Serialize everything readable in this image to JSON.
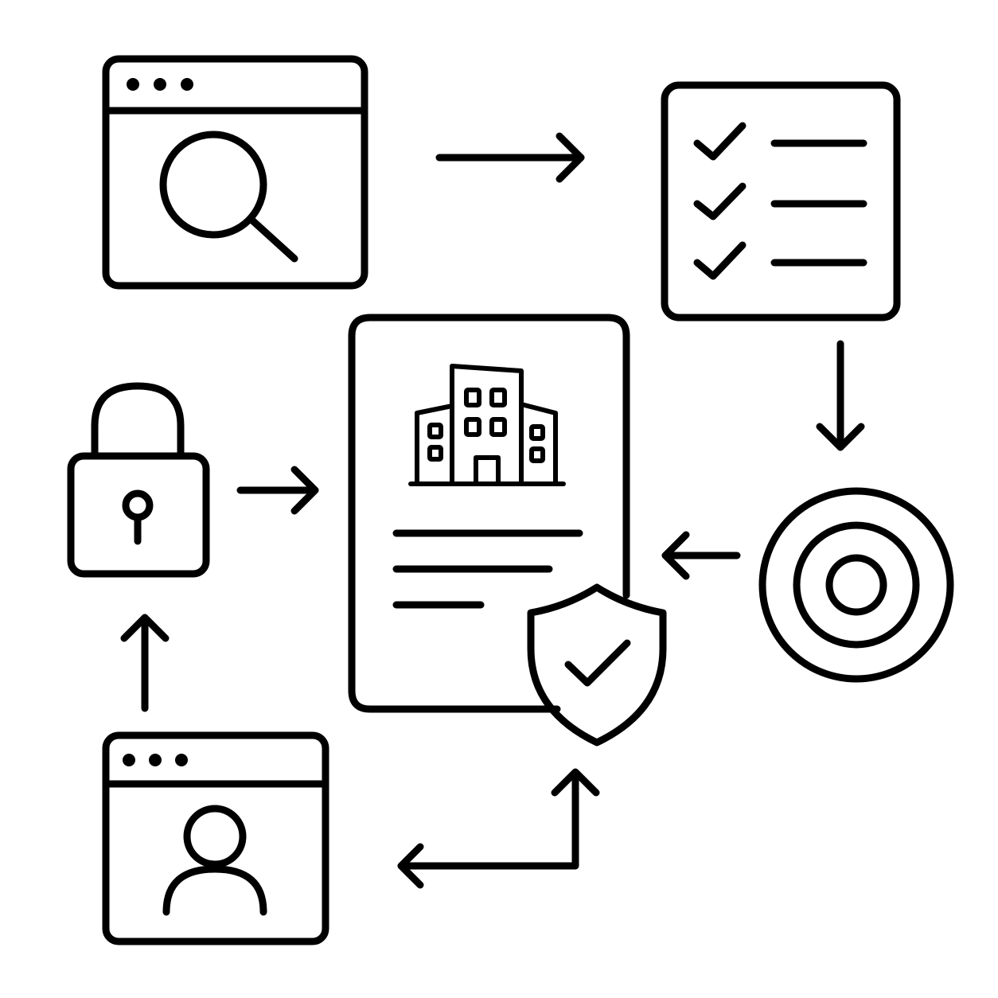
{
  "diagram": {
    "nodes": [
      {
        "id": "search-window",
        "icon": "browser-search-icon"
      },
      {
        "id": "checklist",
        "icon": "checklist-icon"
      },
      {
        "id": "target",
        "icon": "target-icon"
      },
      {
        "id": "company-document",
        "icon": "building-document-icon"
      },
      {
        "id": "shield",
        "icon": "shield-check-icon"
      },
      {
        "id": "lock",
        "icon": "padlock-icon"
      },
      {
        "id": "profile-window",
        "icon": "browser-user-icon"
      }
    ],
    "edges": [
      {
        "from": "search-window",
        "to": "checklist"
      },
      {
        "from": "checklist",
        "to": "target"
      },
      {
        "from": "target",
        "to": "company-document"
      },
      {
        "from": "lock",
        "to": "company-document"
      },
      {
        "from": "profile-window",
        "to": "lock"
      },
      {
        "from": "profile-window",
        "to": "shield",
        "bidirectional": true
      }
    ],
    "colors": {
      "stroke": "#000000",
      "background": "#ffffff"
    }
  }
}
